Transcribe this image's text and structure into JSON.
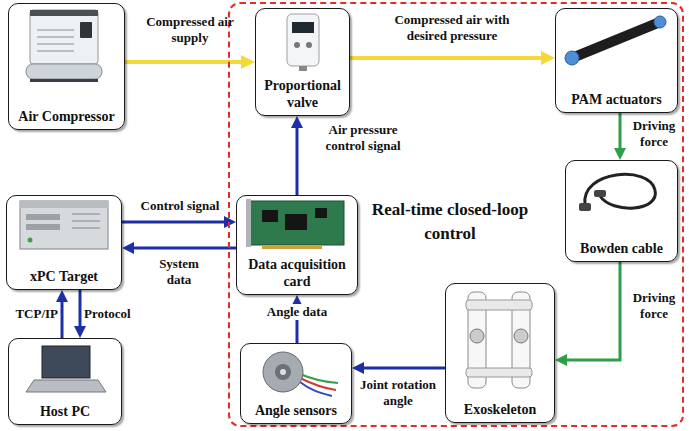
{
  "diagram": {
    "nodes": [
      {
        "text": [
          "Air Compressor"
        ]
      },
      {
        "text": [
          "Real-time closed-loop control"
        ]
      },
      {
        "text": [
          "Proportional valve"
        ],
        "in": 1
      },
      {
        "text": [
          "PAM actuators"
        ],
        "in": 1
      },
      {
        "text": [
          "Bowden cable"
        ],
        "in": 1
      },
      {
        "text": [
          "xPC Target"
        ]
      },
      {
        "text": [
          "Data acquisition card"
        ],
        "in": 1
      },
      {
        "text": [
          "Host PC"
        ]
      },
      {
        "text": [
          "Angle sensors"
        ],
        "in": 1
      },
      {
        "text": [
          "Exoskeleton"
        ],
        "in": 1
      }
    ],
    "edges": [
      {
        "from": 0,
        "to": 2,
        "label": "Compressed air supply",
        "arrow": "to"
      },
      {
        "from": 2,
        "to": 3,
        "label": "Compressed air with desired pressure",
        "arrow": "to"
      },
      {
        "from": 3,
        "to": 4,
        "label": "Driving force",
        "arrow": "to"
      },
      {
        "from": 4,
        "to": 9,
        "label": "Driving force",
        "arrow": "to"
      },
      {
        "from": 9,
        "to": 8,
        "label": "Joint rotation angle",
        "arrow": "to"
      },
      {
        "from": 8,
        "to": 6,
        "label": "Angle data",
        "arrow": "to"
      },
      {
        "from": 6,
        "to": 2,
        "label": "Air pressure control signal",
        "arrow": "to"
      },
      {
        "from": 5,
        "to": 6,
        "label": "Control signal",
        "arrow": "to"
      },
      {
        "from": 6,
        "to": 5,
        "label": "System data",
        "arrow": "to"
      },
      {
        "from": 7,
        "to": 5,
        "label": "TCP/IP",
        "arrow": "to"
      },
      {
        "from": 5,
        "to": 7,
        "label": "Protocol",
        "arrow": "to"
      }
    ]
  }
}
